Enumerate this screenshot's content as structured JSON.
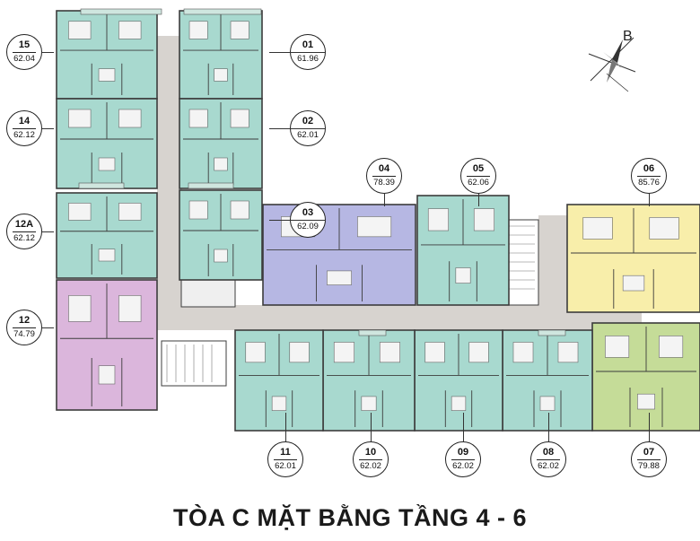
{
  "title": "TÒA C MẶT BẰNG TẦNG 4 - 6",
  "compass": {
    "label": "B"
  },
  "colors": {
    "teal": "#a8d9cf",
    "lavender": "#b6b7e3",
    "pink": "#dbb6dc",
    "yellow": "#f8eeaa",
    "green": "#c5dc98",
    "corridor": "#d7d3cf",
    "wall": "#3c3c3c"
  },
  "units": [
    {
      "id": "15",
      "area": "62.04",
      "color": "teal"
    },
    {
      "id": "14",
      "area": "62.12",
      "color": "teal"
    },
    {
      "id": "12A",
      "area": "62.12",
      "color": "teal"
    },
    {
      "id": "12",
      "area": "74.79",
      "color": "pink"
    },
    {
      "id": "01",
      "area": "61.96",
      "color": "teal"
    },
    {
      "id": "02",
      "area": "62.01",
      "color": "teal"
    },
    {
      "id": "03",
      "area": "62.09",
      "color": "teal"
    },
    {
      "id": "04",
      "area": "78.39",
      "color": "lavender"
    },
    {
      "id": "05",
      "area": "62.06",
      "color": "teal"
    },
    {
      "id": "06",
      "area": "85.76",
      "color": "yellow"
    },
    {
      "id": "07",
      "area": "79.88",
      "color": "green"
    },
    {
      "id": "08",
      "area": "62.02",
      "color": "teal"
    },
    {
      "id": "09",
      "area": "62.02",
      "color": "teal"
    },
    {
      "id": "10",
      "area": "62.02",
      "color": "teal"
    },
    {
      "id": "11",
      "area": "62.01",
      "color": "teal"
    }
  ]
}
